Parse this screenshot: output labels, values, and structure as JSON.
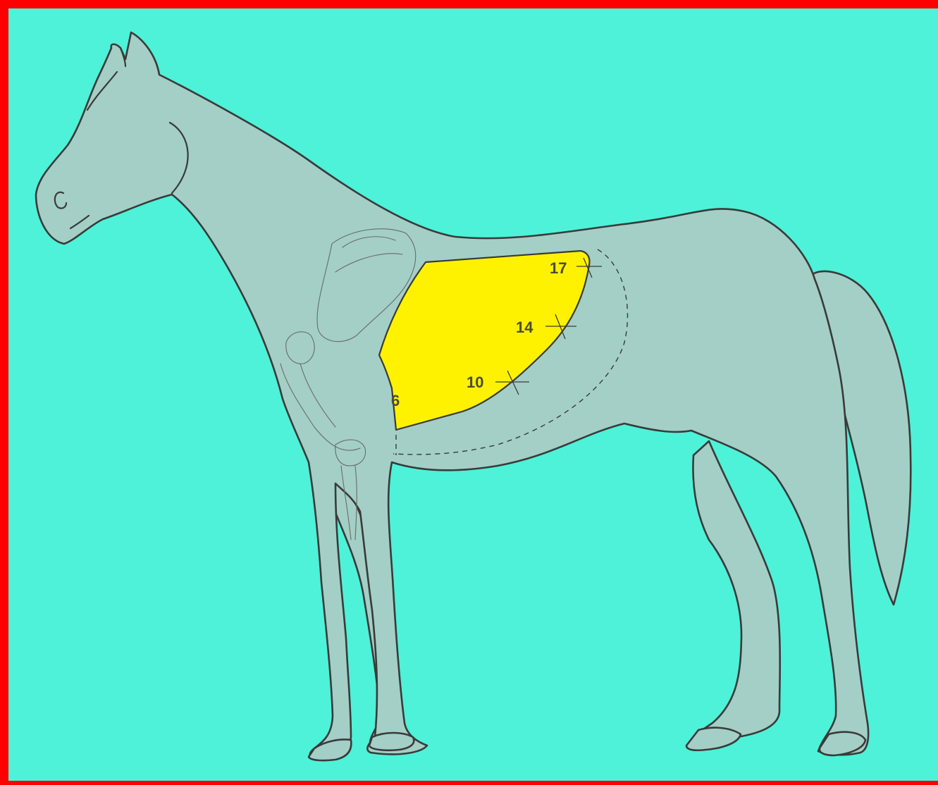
{
  "colors": {
    "background": "#4df2d8",
    "border": "#ff0000",
    "body": "#a3cfc6",
    "outline": "#3a3a3a",
    "highlight_region": "#fff200"
  },
  "labels": {
    "rib_17": "17",
    "rib_14": "14",
    "rib_10": "10",
    "rib_6": "6"
  }
}
